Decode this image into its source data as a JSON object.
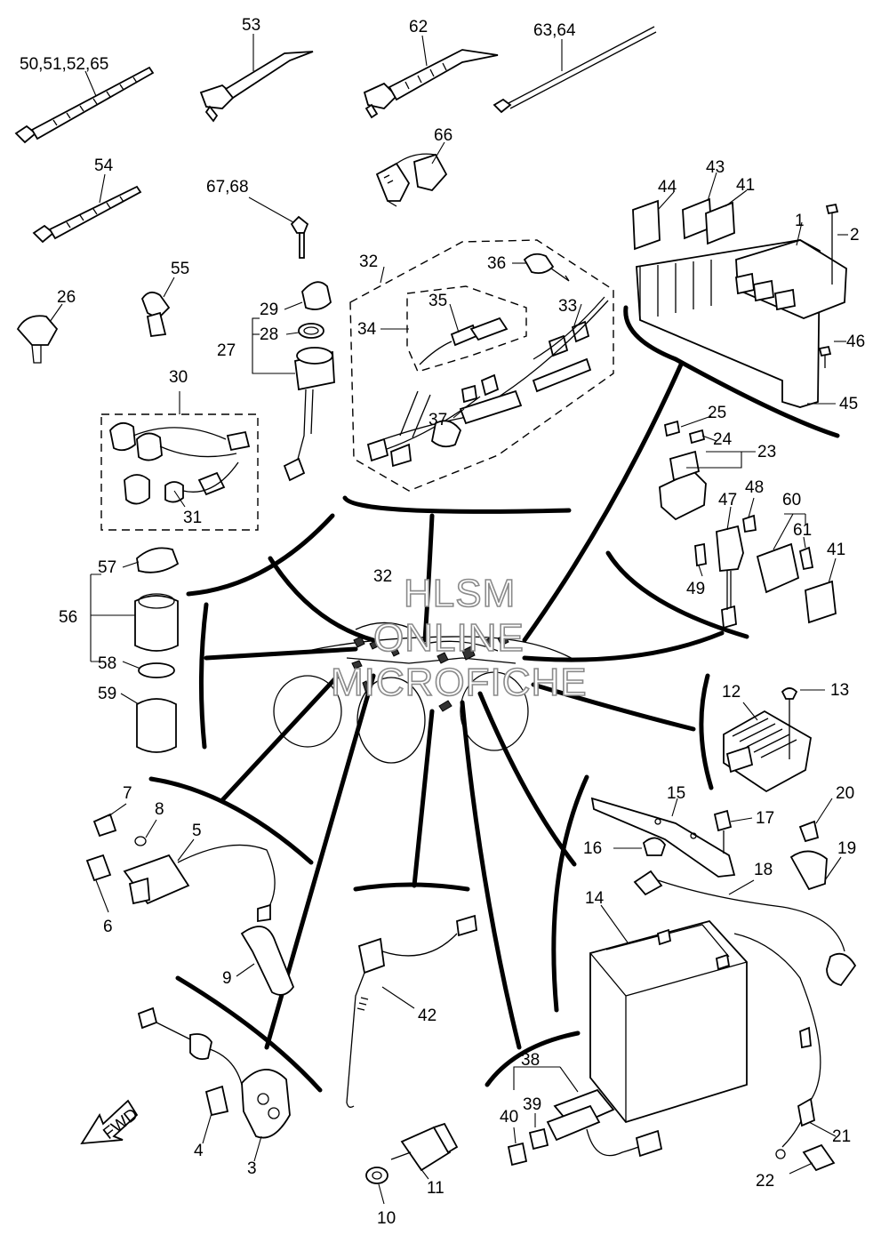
{
  "watermark": {
    "line1": "HLSM",
    "line2": "ONLINE",
    "line3": "MICROFICHE"
  },
  "direction_badge": {
    "text": "FWD"
  },
  "callouts": [
    {
      "id": "c-50-51-52-65",
      "text": "50,51,52,65"
    },
    {
      "id": "c-53",
      "text": "53"
    },
    {
      "id": "c-62",
      "text": "62"
    },
    {
      "id": "c-63-64",
      "text": "63,64"
    },
    {
      "id": "c-66",
      "text": "66"
    },
    {
      "id": "c-54",
      "text": "54"
    },
    {
      "id": "c-67-68",
      "text": "67,68"
    },
    {
      "id": "c-55",
      "text": "55"
    },
    {
      "id": "c-26",
      "text": "26"
    },
    {
      "id": "c-32-top",
      "text": "32"
    },
    {
      "id": "c-36",
      "text": "36"
    },
    {
      "id": "c-35",
      "text": "35"
    },
    {
      "id": "c-33",
      "text": "33"
    },
    {
      "id": "c-34",
      "text": "34"
    },
    {
      "id": "c-37",
      "text": "37"
    },
    {
      "id": "c-29",
      "text": "29"
    },
    {
      "id": "c-28",
      "text": "28"
    },
    {
      "id": "c-27",
      "text": "27"
    },
    {
      "id": "c-30",
      "text": "30"
    },
    {
      "id": "c-31",
      "text": "31"
    },
    {
      "id": "c-44",
      "text": "44"
    },
    {
      "id": "c-43",
      "text": "43"
    },
    {
      "id": "c-41-top",
      "text": "41"
    },
    {
      "id": "c-1",
      "text": "1"
    },
    {
      "id": "c-2",
      "text": "2"
    },
    {
      "id": "c-46",
      "text": "46"
    },
    {
      "id": "c-45",
      "text": "45"
    },
    {
      "id": "c-25",
      "text": "25"
    },
    {
      "id": "c-24",
      "text": "24"
    },
    {
      "id": "c-23",
      "text": "23"
    },
    {
      "id": "c-47",
      "text": "47"
    },
    {
      "id": "c-48",
      "text": "48"
    },
    {
      "id": "c-60",
      "text": "60"
    },
    {
      "id": "c-61",
      "text": "61"
    },
    {
      "id": "c-41-mid",
      "text": "41"
    },
    {
      "id": "c-49",
      "text": "49"
    },
    {
      "id": "c-57",
      "text": "57"
    },
    {
      "id": "c-56",
      "text": "56"
    },
    {
      "id": "c-58",
      "text": "58"
    },
    {
      "id": "c-59",
      "text": "59"
    },
    {
      "id": "c-32-center",
      "text": "32"
    },
    {
      "id": "c-12",
      "text": "12"
    },
    {
      "id": "c-13",
      "text": "13"
    },
    {
      "id": "c-7",
      "text": "7"
    },
    {
      "id": "c-8",
      "text": "8"
    },
    {
      "id": "c-5",
      "text": "5"
    },
    {
      "id": "c-6",
      "text": "6"
    },
    {
      "id": "c-9",
      "text": "9"
    },
    {
      "id": "c-15",
      "text": "15"
    },
    {
      "id": "c-17",
      "text": "17"
    },
    {
      "id": "c-16",
      "text": "16"
    },
    {
      "id": "c-20",
      "text": "20"
    },
    {
      "id": "c-19",
      "text": "19"
    },
    {
      "id": "c-18",
      "text": "18"
    },
    {
      "id": "c-14",
      "text": "14"
    },
    {
      "id": "c-42",
      "text": "42"
    },
    {
      "id": "c-38",
      "text": "38"
    },
    {
      "id": "c-39",
      "text": "39"
    },
    {
      "id": "c-40",
      "text": "40"
    },
    {
      "id": "c-21",
      "text": "21"
    },
    {
      "id": "c-22",
      "text": "22"
    },
    {
      "id": "c-4",
      "text": "4"
    },
    {
      "id": "c-3",
      "text": "3"
    },
    {
      "id": "c-11",
      "text": "11"
    },
    {
      "id": "c-10",
      "text": "10"
    }
  ]
}
